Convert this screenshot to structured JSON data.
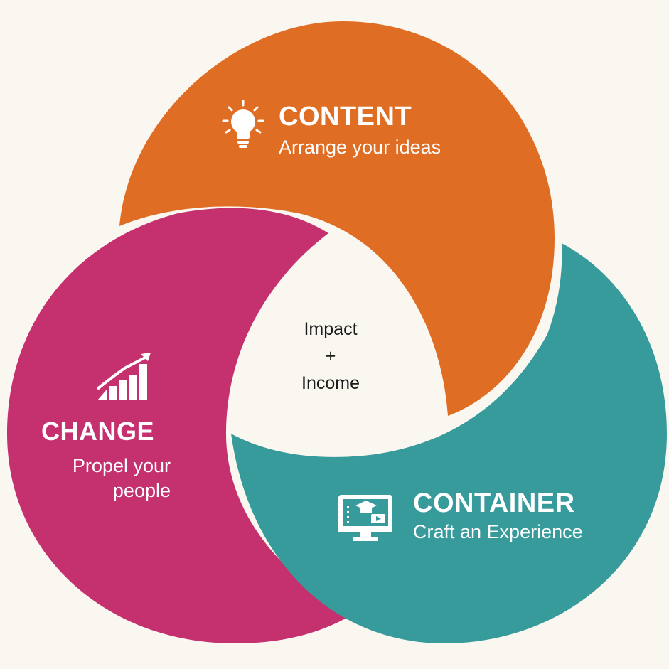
{
  "colors": {
    "background": "#faf7f0",
    "content": "#e06d24",
    "change": "#c5306f",
    "container": "#379a9b",
    "icon": "#ffffff"
  },
  "content": {
    "title": "CONTENT",
    "subtitle": "Arrange your ideas",
    "icon": "lightbulb-icon"
  },
  "change": {
    "title": "CHANGE",
    "subtitle_line1": "Propel your",
    "subtitle_line2": "people",
    "icon": "growth-chart-icon"
  },
  "container": {
    "title": "CONTAINER",
    "subtitle": "Craft an Experience",
    "icon": "online-course-monitor-icon"
  },
  "center": {
    "line1": "Impact",
    "line2": "+",
    "line3": "Income"
  }
}
